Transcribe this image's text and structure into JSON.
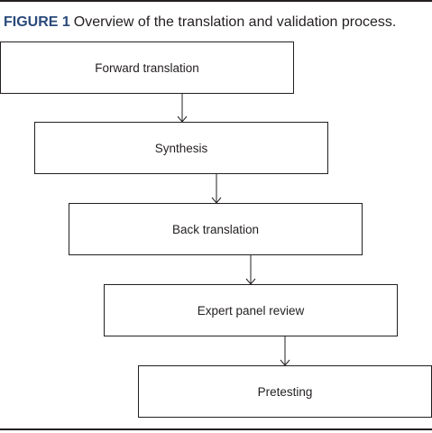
{
  "figure": {
    "label": "FIGURE 1",
    "caption": "Overview of the translation and validation process."
  },
  "steps": [
    {
      "label": "Forward translation"
    },
    {
      "label": "Synthesis"
    },
    {
      "label": "Back translation"
    },
    {
      "label": "Expert panel review"
    },
    {
      "label": "Pretesting"
    }
  ],
  "colors": {
    "figure_label": "#2a4a7a",
    "text": "#231f20",
    "border": "#231f20"
  }
}
